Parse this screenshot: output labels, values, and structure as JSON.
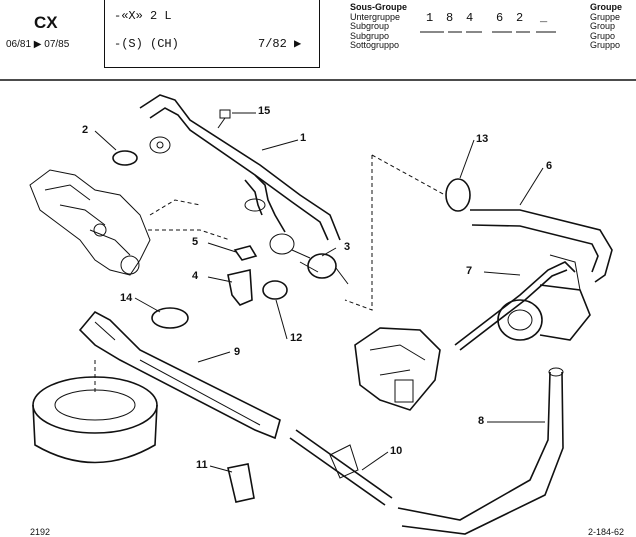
{
  "header": {
    "model": "CX",
    "dates": "06/81 ▶ 07/85",
    "engine_line": "-«X» 2 L",
    "variant_line": "-(S) (CH)",
    "variant_date": "7/82 ▶",
    "subgroup_labels": [
      "Sous-Groupe",
      "Untergruppe",
      "Subgroup",
      "Subgrupo",
      "Sottogruppo"
    ],
    "subgroup_code": [
      "1",
      "8",
      "4",
      "6",
      "2",
      "_"
    ],
    "group_labels": [
      "Groupe",
      "Gruppe",
      "Group",
      "Grupo",
      "Gruppo"
    ]
  },
  "diagram": {
    "parts": [
      {
        "id": "p1",
        "num": "1"
      },
      {
        "id": "p2",
        "num": "2"
      },
      {
        "id": "p3",
        "num": "3"
      },
      {
        "id": "p4",
        "num": "4"
      },
      {
        "id": "p5",
        "num": "5"
      },
      {
        "id": "p6",
        "num": "6"
      },
      {
        "id": "p7",
        "num": "7"
      },
      {
        "id": "p8",
        "num": "8"
      },
      {
        "id": "p9",
        "num": "9"
      },
      {
        "id": "p10",
        "num": "10"
      },
      {
        "id": "p11",
        "num": "11"
      },
      {
        "id": "p12",
        "num": "12"
      },
      {
        "id": "p13",
        "num": "13"
      },
      {
        "id": "p14",
        "num": "14"
      },
      {
        "id": "p15",
        "num": "15"
      }
    ]
  },
  "footer": {
    "page_number": "2192",
    "plate_ref": "2-184-62"
  }
}
